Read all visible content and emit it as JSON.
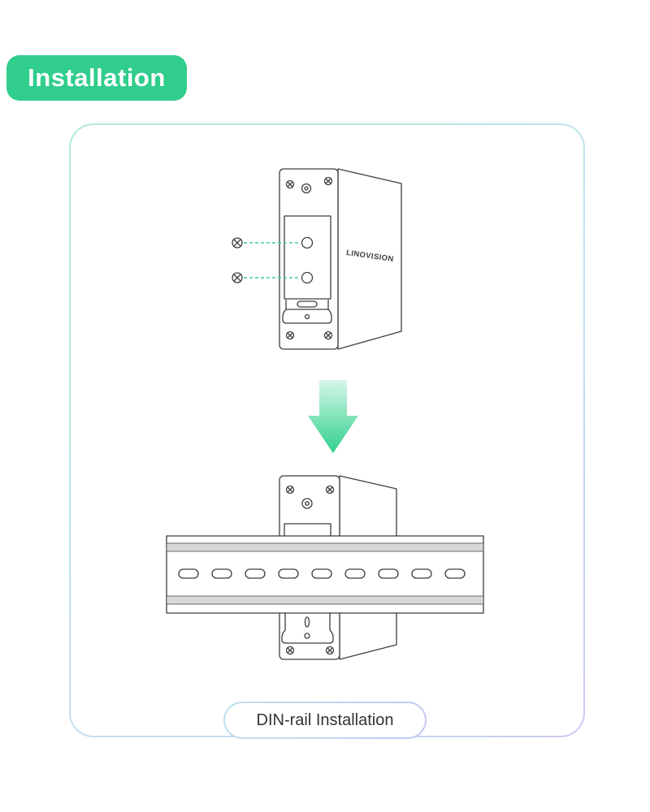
{
  "badge": {
    "label": "Installation"
  },
  "caption": {
    "label": "DIN-rail Installation"
  },
  "device": {
    "brand": "LINOVISION"
  },
  "colors": {
    "badge_green": "#31CD8C",
    "arrow_gradient_start": "#D6F7E8",
    "arrow_gradient_end": "#2FCF8D",
    "card_border_start": "#B2ECD0",
    "card_border_end": "#C9CCF6",
    "line_color": "#3F3F3F",
    "rail_band_gray": "#D8D8D8",
    "leader_dash_green": "#3ECF8E",
    "caption_text": "#333333"
  }
}
